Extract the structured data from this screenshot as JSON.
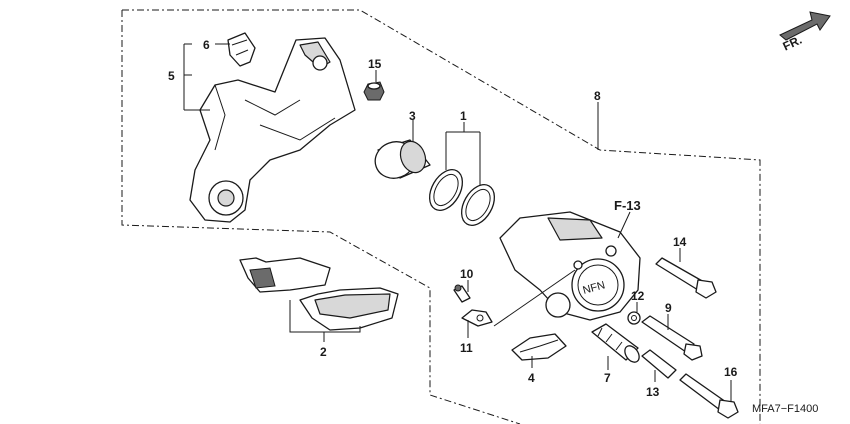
{
  "callouts": {
    "c1": "1",
    "c2": "2",
    "c3": "3",
    "c4": "4",
    "c5": "5",
    "c6": "6",
    "c7": "7",
    "c8": "8",
    "c9": "9",
    "c10": "10",
    "c11": "11",
    "c12": "12",
    "c13": "13",
    "c14": "14",
    "c15": "15",
    "c16": "16"
  },
  "reference": "F-13",
  "direction_label": "FR.",
  "caliper_logo": "NFN",
  "diagram_code": "MFA7−F1400"
}
